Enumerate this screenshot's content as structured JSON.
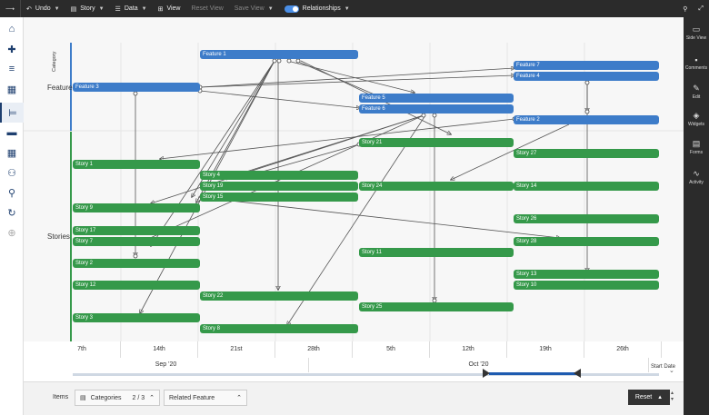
{
  "toolbar": {
    "undo_label": "Undo",
    "story_label": "Story",
    "data_label": "Data",
    "view_label": "View",
    "reset_view_label": "Reset View",
    "save_view_label": "Save View",
    "relationships_label": "Relationships"
  },
  "right_panel": [
    {
      "label": "Side View",
      "icon": "side-view-icon"
    },
    {
      "label": "Comments",
      "icon": "comments-icon"
    },
    {
      "label": "Edit",
      "icon": "edit-icon"
    },
    {
      "label": "Widgets",
      "icon": "widgets-icon"
    },
    {
      "label": "Forms",
      "icon": "forms-icon"
    },
    {
      "label": "Activity",
      "icon": "activity-icon"
    }
  ],
  "board": {
    "category_axis_label": "Category",
    "rows": [
      "Feature",
      "Stories"
    ]
  },
  "items": [
    {
      "label": "Feature 1",
      "type": "feature"
    },
    {
      "label": "Feature 3",
      "type": "feature"
    },
    {
      "label": "Feature 7",
      "type": "feature"
    },
    {
      "label": "Feature 4",
      "type": "feature"
    },
    {
      "label": "Feature 5",
      "type": "feature"
    },
    {
      "label": "Feature 6",
      "type": "feature"
    },
    {
      "label": "Feature 2",
      "type": "feature"
    },
    {
      "label": "Story 1",
      "type": "story"
    },
    {
      "label": "Story 21",
      "type": "story"
    },
    {
      "label": "Story 27",
      "type": "story"
    },
    {
      "label": "Story 4",
      "type": "story"
    },
    {
      "label": "Story 19",
      "type": "story"
    },
    {
      "label": "Story 24",
      "type": "story"
    },
    {
      "label": "Story 14",
      "type": "story"
    },
    {
      "label": "Story 15",
      "type": "story"
    },
    {
      "label": "Story 9",
      "type": "story"
    },
    {
      "label": "Story 26",
      "type": "story"
    },
    {
      "label": "Story 17",
      "type": "story"
    },
    {
      "label": "Story 7",
      "type": "story"
    },
    {
      "label": "Story 28",
      "type": "story"
    },
    {
      "label": "Story 11",
      "type": "story"
    },
    {
      "label": "Story 2",
      "type": "story"
    },
    {
      "label": "Story 13",
      "type": "story"
    },
    {
      "label": "Story 12",
      "type": "story"
    },
    {
      "label": "Story 10",
      "type": "story"
    },
    {
      "label": "Story 22",
      "type": "story"
    },
    {
      "label": "Story 25",
      "type": "story"
    },
    {
      "label": "Story 3",
      "type": "story"
    },
    {
      "label": "Story 8",
      "type": "story"
    }
  ],
  "timeline": {
    "weeks": [
      "7th",
      "14th",
      "21st",
      "28th",
      "5th",
      "12th",
      "19th",
      "26th"
    ],
    "months": [
      "Sep '20",
      "Oct '20"
    ],
    "start_date_label": "Start Date"
  },
  "bottom": {
    "items_label": "Items",
    "categories_label": "Categories",
    "categories_count": "2 / 3",
    "related_label": "Related Feature",
    "reset_label": "Reset"
  },
  "colors": {
    "feature": "#3d7cc9",
    "story": "#35994a",
    "topbar": "#2b2b2b"
  }
}
